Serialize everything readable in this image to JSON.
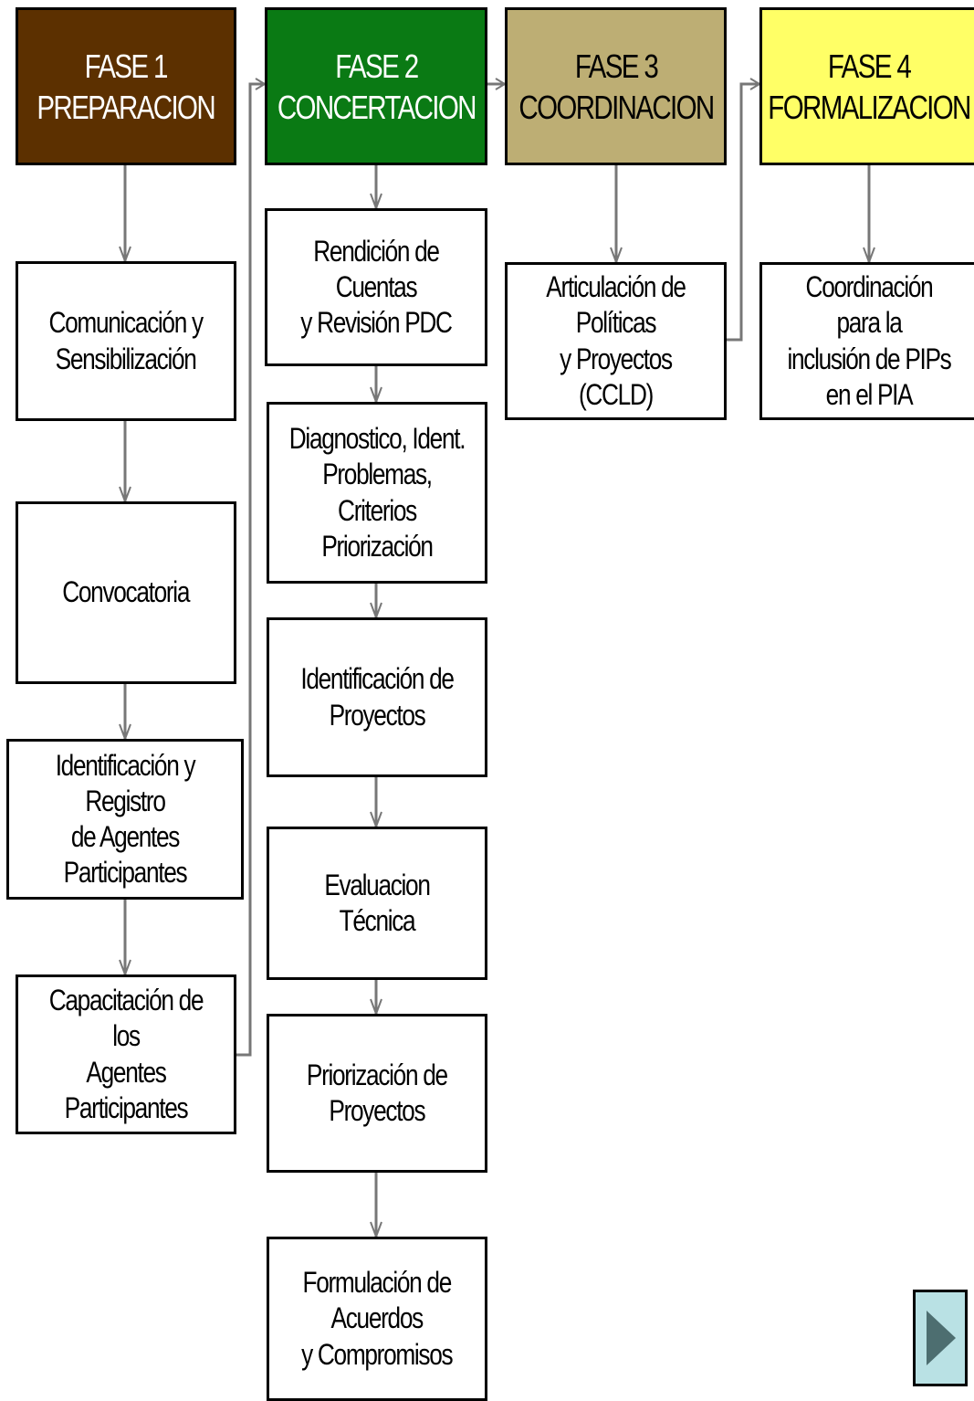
{
  "colors": {
    "phase1": "#5c3000",
    "phase2": "#0a7a14",
    "phase3": "#bdae74",
    "phase4": "#ffff66",
    "phase_text_light": "#ffffff",
    "phase_text_dark": "#000000",
    "next_button": "#b9e1e4",
    "next_arrow": "#4d6e70"
  },
  "phases": [
    {
      "title": "FASE 1\nPREPARACION",
      "steps": [
        "Comunicación y\nSensibilización",
        "Convocatoria",
        "Identificación y Registro\nde Agentes Participantes",
        "Capacitación de los\nAgentes Participantes"
      ]
    },
    {
      "title": "FASE 2\nCONCERTACION",
      "steps": [
        "Rendición de Cuentas\ny Revisión PDC",
        "Diagnostico, Ident.\nProblemas, Criterios\nPriorización",
        "Identificación de\nProyectos",
        "Evaluacion Técnica",
        "Priorización de\nProyectos",
        "Formulación de\nAcuerdos\ny Compromisos"
      ]
    },
    {
      "title": "FASE 3\nCOORDINACION",
      "steps": [
        "Articulación de Políticas\ny  Proyectos\n(CCLD)"
      ]
    },
    {
      "title": "FASE 4\nFORMALIZACION",
      "steps": [
        "Coordinación para la\ninclusión de PIPs\nen el PIA"
      ]
    }
  ],
  "navigation": {
    "next_icon": "play-triangle-icon"
  }
}
